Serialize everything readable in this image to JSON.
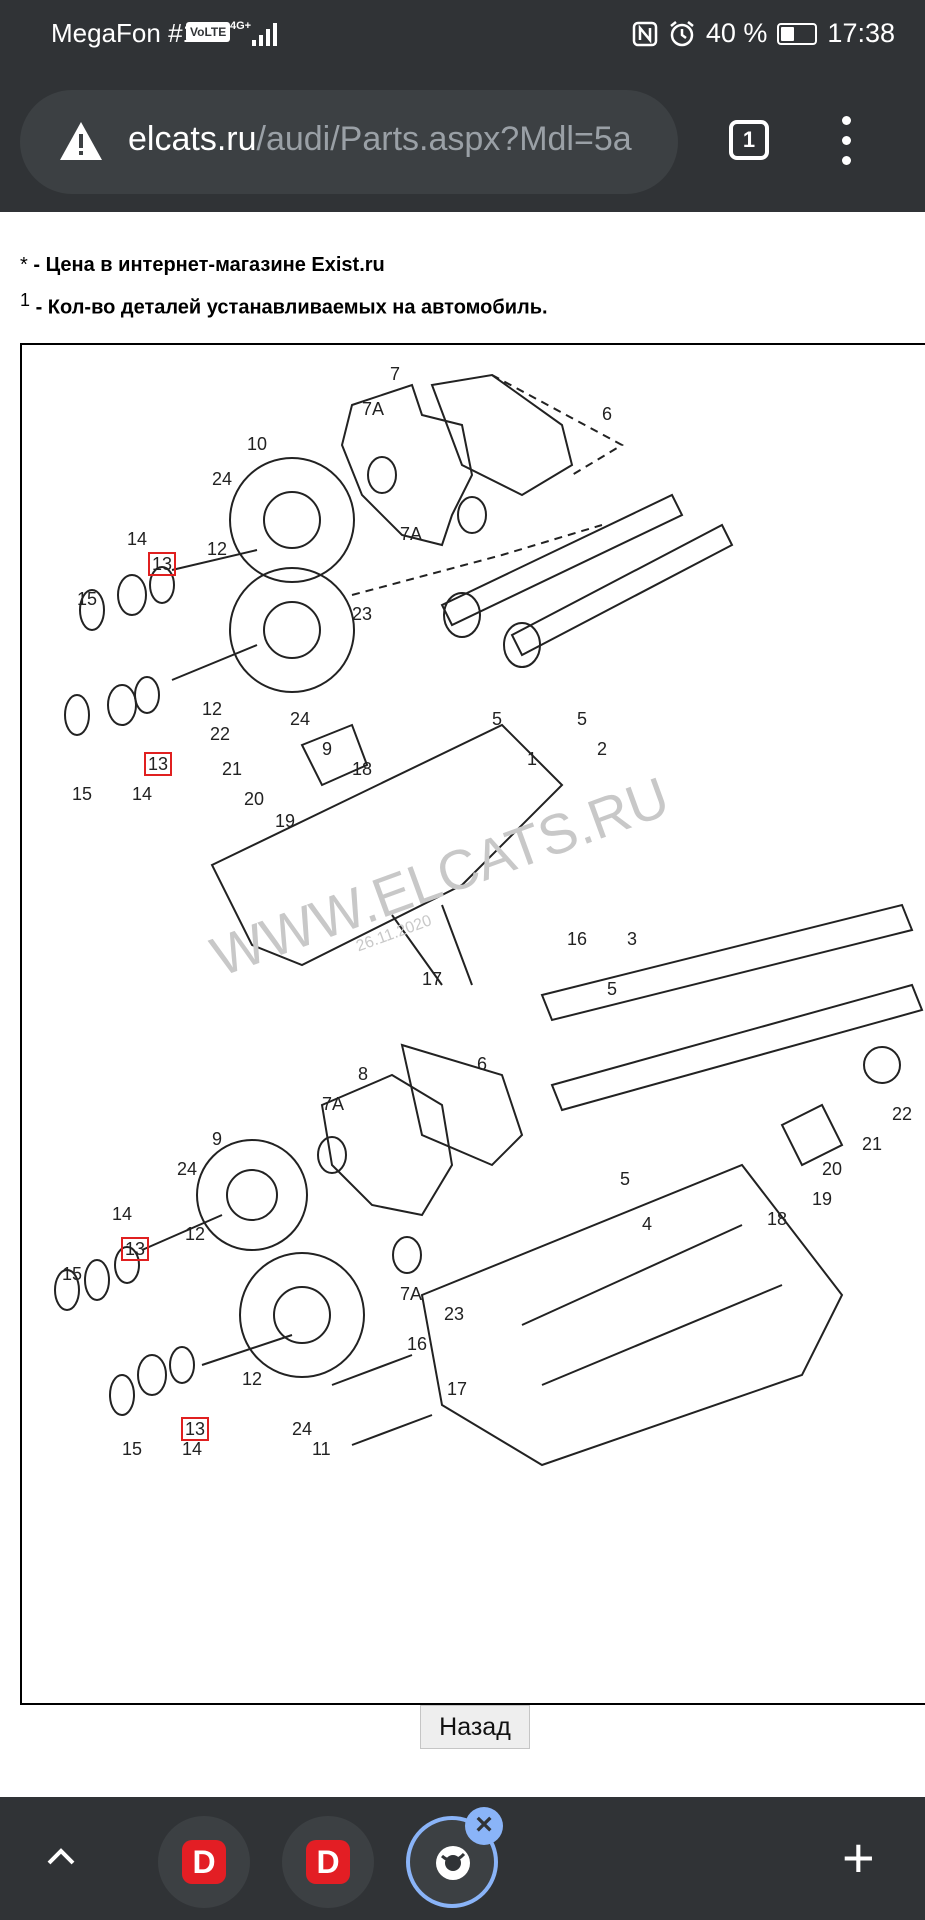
{
  "status_bar": {
    "carrier": "MegaFon #1",
    "volte": "VoLTE",
    "network": "4G+",
    "battery": "40 %",
    "battery_level": 0.4,
    "time": "17:38"
  },
  "browser": {
    "url_domain": "elcats.ru",
    "url_path": "/audi/Parts.aspx?Mdl=5a",
    "tab_count": "1"
  },
  "page": {
    "note_price_marker": "*",
    "note_price": " - Цена в интернет-магазине Exist.ru",
    "note_qty_marker": "1",
    "note_qty": " - Кол-во деталей устанавливаемых на автомобиль.",
    "watermark": "WWW.ELCATS.RU",
    "watermark_date": "26.11.2020",
    "back_button": "Назад"
  },
  "diagram_labels": [
    "7",
    "7A",
    "6",
    "10",
    "24",
    "7A",
    "14",
    "13",
    "12",
    "23",
    "15",
    "5",
    "1",
    "5",
    "2",
    "12",
    "24",
    "9",
    "13",
    "22",
    "21",
    "18",
    "20",
    "19",
    "15",
    "14",
    "16",
    "3",
    "17",
    "5",
    "6",
    "8",
    "22",
    "7A",
    "9",
    "21",
    "24",
    "20",
    "5",
    "19",
    "4",
    "14",
    "13",
    "12",
    "18",
    "15",
    "7A",
    "23",
    "16",
    "12",
    "13",
    "24",
    "17",
    "15",
    "14",
    "11"
  ],
  "bottom_bar": {
    "tab1_logo": "D",
    "tab2_logo": "D",
    "close_badge": "×",
    "new_tab": "+"
  }
}
